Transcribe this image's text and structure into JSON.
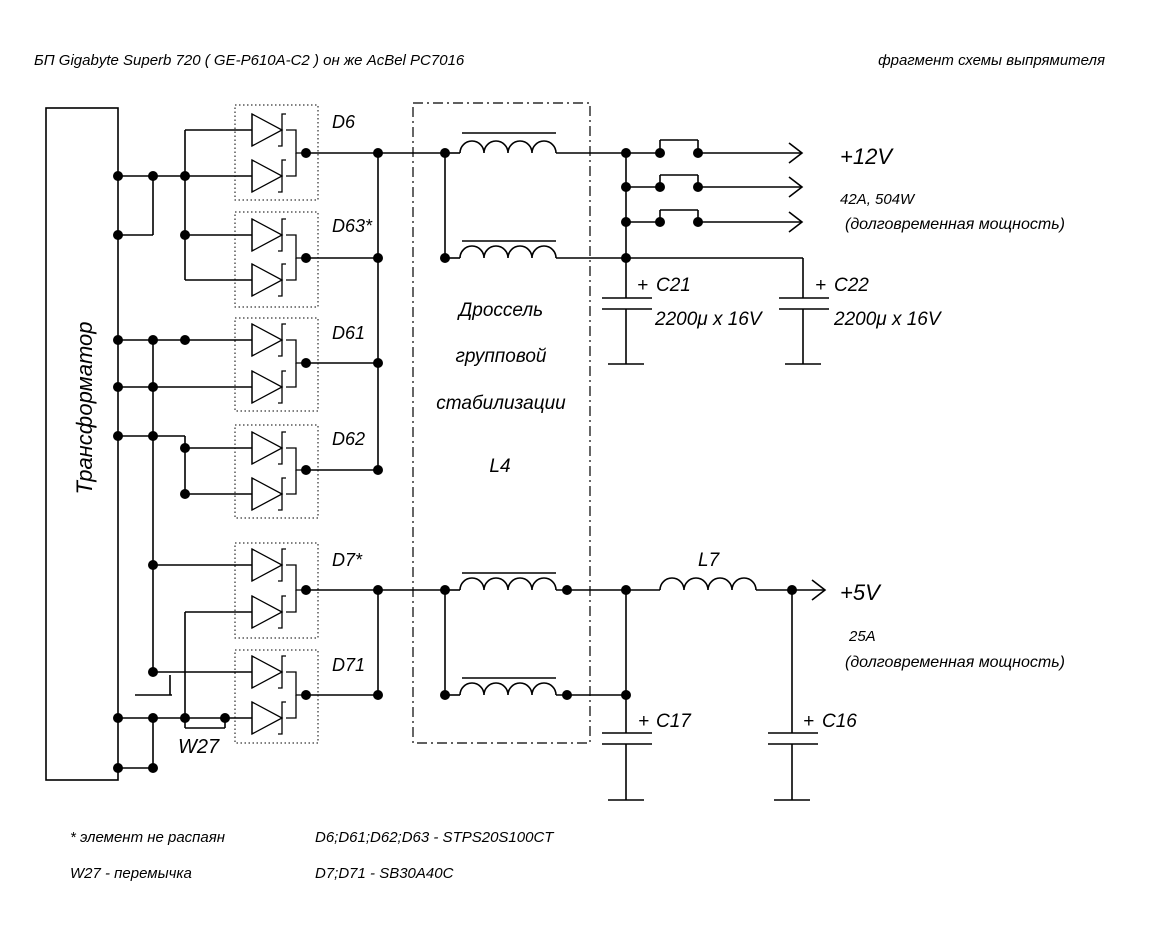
{
  "header": {
    "title": "БП Gigabyte Superb 720 ( GE-P610A-C2 ) он же AcBel PC7016",
    "subtitle": "фрагмент схемы выпрямителя"
  },
  "transformer": {
    "label": "Трансформатор"
  },
  "diodes": [
    {
      "ref": "D6"
    },
    {
      "ref": "D63*"
    },
    {
      "ref": "D61"
    },
    {
      "ref": "D62"
    },
    {
      "ref": "D7*"
    },
    {
      "ref": "D71"
    }
  ],
  "jumper": {
    "ref": "W27"
  },
  "choke": {
    "line1": "Дроссель",
    "line2": "групповой",
    "line3": "стабилизации",
    "ref": "L4"
  },
  "inductor_l7": {
    "ref": "L7"
  },
  "capacitors": [
    {
      "ref": "C21",
      "value": "2200μ x 16V"
    },
    {
      "ref": "C22",
      "value": "2200μ x 16V"
    },
    {
      "ref": "C17"
    },
    {
      "ref": "C16"
    }
  ],
  "polarity_sign": "+",
  "outputs": {
    "v12": {
      "label": "+12V",
      "current": "42A, 504W",
      "note": "(долговременная мощность)"
    },
    "v5": {
      "label": "+5V",
      "current": "25A",
      "note": "(долговременная мощность)"
    }
  },
  "notes": {
    "unsoldered": "* элемент не распаян",
    "jumper": "W27 - перемычка",
    "diodes_d6": "D6;D61;D62;D63 - STPS20S100CT",
    "diodes_d7": "D7;D71 - SB30A40C"
  }
}
